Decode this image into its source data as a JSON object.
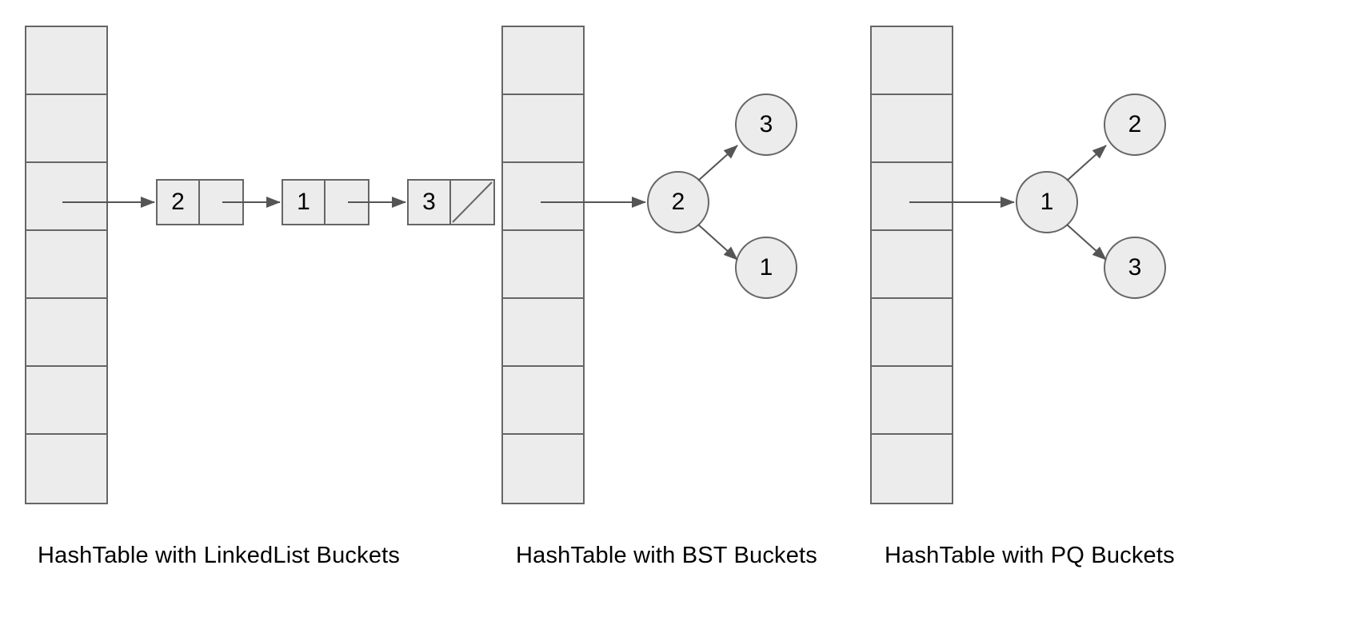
{
  "diagram": {
    "title_bar": "",
    "background_color": "#FFFFFF",
    "node_fill": "#ECECEC",
    "node_stroke": "#666666",
    "text_color": "#000000",
    "panels": [
      {
        "id": "linkedlist",
        "caption": "HashTable with LinkedList Buckets",
        "bucket_count": 7,
        "arrow_from_bucket_index": 2,
        "structure": "linked-list",
        "nodes": [
          {
            "value": "2",
            "next": "3"
          },
          {
            "value": "1",
            "next": "3"
          },
          {
            "value": "3",
            "next": "null"
          }
        ]
      },
      {
        "id": "bst",
        "caption": "HashTable with BST Buckets",
        "bucket_count": 7,
        "arrow_from_bucket_index": 2,
        "structure": "binary-search-tree",
        "nodes": [
          {
            "value": "2",
            "role": "root"
          },
          {
            "value": "3",
            "role": "upper-child"
          },
          {
            "value": "1",
            "role": "lower-child"
          }
        ]
      },
      {
        "id": "pq",
        "caption": "HashTable with PQ Buckets",
        "bucket_count": 7,
        "arrow_from_bucket_index": 2,
        "structure": "priority-queue",
        "nodes": [
          {
            "value": "1",
            "role": "root"
          },
          {
            "value": "2",
            "role": "upper-child"
          },
          {
            "value": "3",
            "role": "lower-child"
          }
        ]
      }
    ]
  }
}
